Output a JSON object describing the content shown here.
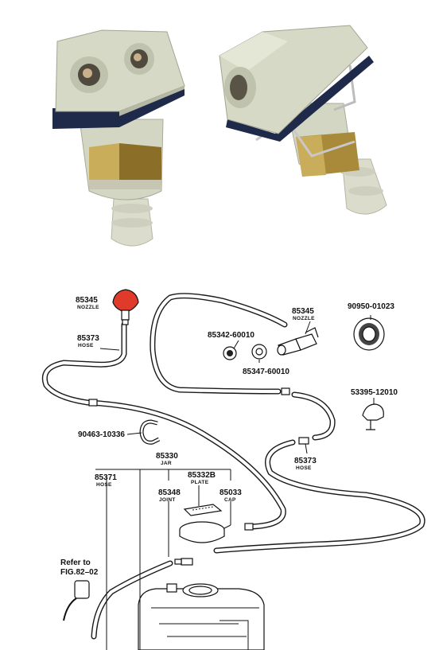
{
  "labels": {
    "nozzle_left": {
      "number": "85345",
      "name": "NOZZLE"
    },
    "nozzle_right": {
      "number": "85345",
      "name": "NOZZLE"
    },
    "hose_top": {
      "number": "85373",
      "name": "HOSE"
    },
    "washer": {
      "number": "85342-60010"
    },
    "nut": {
      "number": "85347-60010"
    },
    "grommet": {
      "number": "90950-01023"
    },
    "clip_right": {
      "number": "53395-12010"
    },
    "clamp": {
      "number": "90463-10336"
    },
    "hose_right": {
      "number": "85373",
      "name": "HOSE"
    },
    "jar": {
      "number": "85330",
      "name": "JAR"
    },
    "hose_left": {
      "number": "85371",
      "name": "HOSE"
    },
    "plate": {
      "number": "85332B",
      "name": "PLATE"
    },
    "joint": {
      "number": "85348",
      "name": "JOINT"
    },
    "cap": {
      "number": "85033",
      "name": "CAP"
    },
    "refer": {
      "line1": "Refer to",
      "line2": "FIG.82–02"
    }
  },
  "colors": {
    "nozzle_body": "#d6d9c6",
    "nozzle_gasket": "#1f2a4a",
    "brass_nut": "#a88a3a",
    "highlight_red": "#e03a2a"
  }
}
